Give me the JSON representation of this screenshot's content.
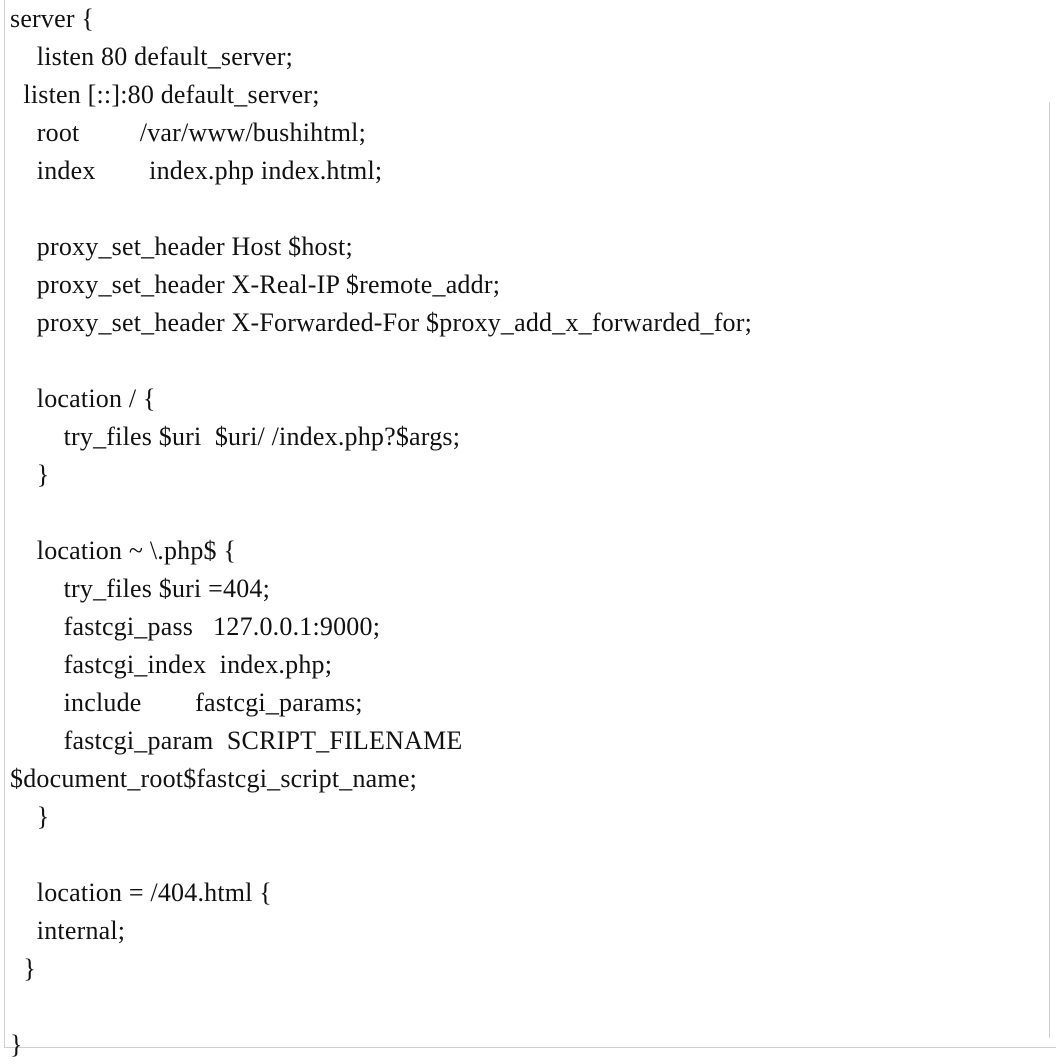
{
  "code_lines": [
    "server {",
    "    listen 80 default_server;",
    "  listen [::]:80 default_server;",
    "    root         /var/www/bushihtml;",
    "    index        index.php index.html;",
    "",
    "    proxy_set_header Host $host;",
    "    proxy_set_header X-Real-IP $remote_addr;",
    "    proxy_set_header X-Forwarded-For $proxy_add_x_forwarded_for;",
    "",
    "    location / {",
    "        try_files $uri  $uri/ /index.php?$args;",
    "    }",
    "",
    "    location ~ \\.php$ {",
    "        try_files $uri =404;",
    "        fastcgi_pass   127.0.0.1:9000;",
    "        fastcgi_index  index.php;",
    "        include        fastcgi_params;",
    "        fastcgi_param  SCRIPT_FILENAME",
    "$document_root$fastcgi_script_name;",
    "    }",
    "",
    "    location = /404.html {",
    "    internal;",
    "  }",
    "",
    "}"
  ]
}
